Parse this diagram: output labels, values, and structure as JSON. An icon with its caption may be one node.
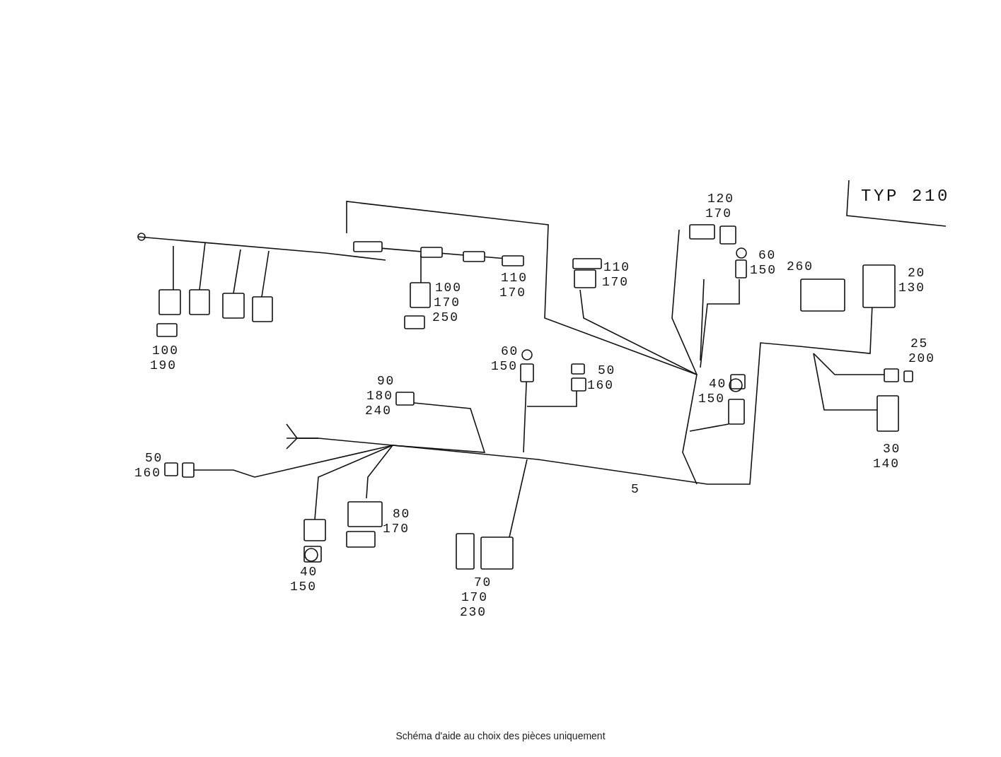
{
  "diagram": {
    "caption": "Schéma d'aide au choix des pièces uniquement",
    "labels": [
      "TYP 210",
      "120",
      "170",
      "60",
      "150",
      "110",
      "170",
      "260",
      "20",
      "130",
      "100",
      "170",
      "250",
      "110",
      "170",
      "100",
      "190",
      "60",
      "150",
      "25",
      "200",
      "90",
      "180",
      "240",
      "50",
      "160",
      "40",
      "150",
      "30",
      "140",
      "50",
      "160",
      "5",
      "80",
      "170",
      "40",
      "150",
      "70",
      "170",
      "230"
    ]
  }
}
